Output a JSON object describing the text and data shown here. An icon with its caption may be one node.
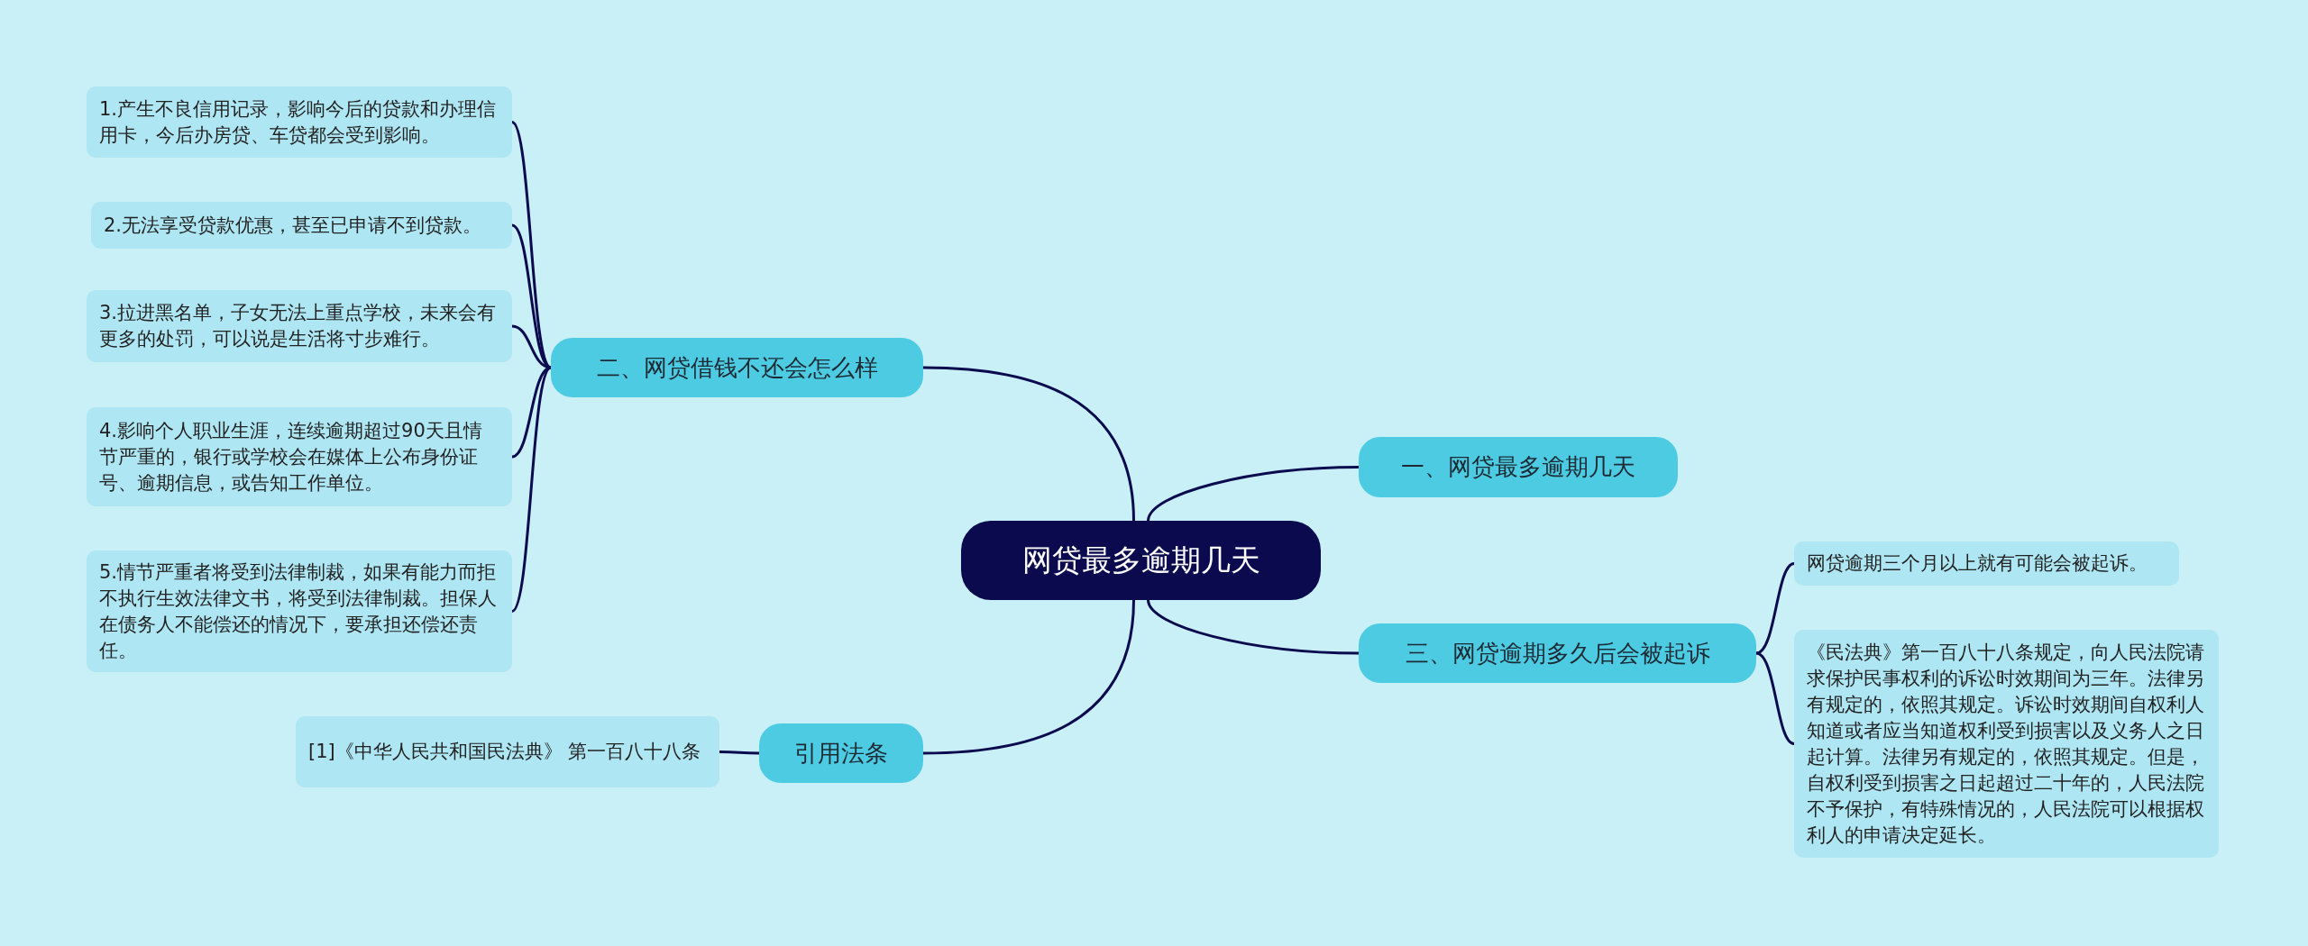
{
  "diagram": {
    "nodes": [
      {
        "text": [
          "网贷最多逾期几天"
        ]
      },
      {
        "text": [
          "二、网贷借钱不还会怎么样"
        ]
      },
      {
        "text": [
          "1.产生不良信用记录，影响今后的贷款和办理信用卡，今后办房贷、车贷都会受到影响。"
        ]
      },
      {
        "text": [
          "2.无法享受贷款优惠，甚至已申请不到贷款。"
        ]
      },
      {
        "text": [
          "3.拉进黑名单，子女无法上重点学校，未来会有更多的处罚，可以说是生活将寸步难行。"
        ]
      },
      {
        "text": [
          "4.影响个人职业生涯，连续逾期超过90天且情节严重的，银行或学校会在媒体上公布身份证号、逾期信息，或告知工作单位。"
        ]
      },
      {
        "text": [
          "5.情节严重者将受到法律制裁，如果有能力而拒不执行生效法律文书，将受到法律制裁。担保人在债务人不能偿还的情况下，要承担还偿还责任。"
        ]
      },
      {
        "text": [
          "引用法条"
        ]
      },
      {
        "text": [
          "[1]《中华人民共和国民法典》 第一百八十八条"
        ]
      },
      {
        "text": [
          "一、网贷最多逾期几天"
        ]
      },
      {
        "text": [
          "三、网贷逾期多久后会被起诉"
        ]
      },
      {
        "text": [
          "网贷逾期三个月以上就有可能会被起诉。"
        ]
      },
      {
        "text": [
          "《民法典》第一百八十八条规定，向人民法院请求保护民事权利的诉讼时效期间为三年。法律另有规定的，依照其规定。诉讼时效期间自权利人知道或者应当知道权利受到损害以及义务人之日起计算。法律另有规定的，依照其规定。但是，自权利受到损害之日起超过二十年的，人民法院不予保护，有特殊情况的，人民法院可以根据权利人的申请决定延长。"
        ]
      }
    ],
    "edges": [
      {
        "from": 0,
        "to": 1,
        "arrow": "none"
      },
      {
        "from": 1,
        "to": 2,
        "arrow": "none"
      },
      {
        "from": 1,
        "to": 3,
        "arrow": "none"
      },
      {
        "from": 1,
        "to": 4,
        "arrow": "none"
      },
      {
        "from": 1,
        "to": 5,
        "arrow": "none"
      },
      {
        "from": 1,
        "to": 6,
        "arrow": "none"
      },
      {
        "from": 0,
        "to": 7,
        "arrow": "none"
      },
      {
        "from": 7,
        "to": 8,
        "arrow": "none"
      },
      {
        "from": 0,
        "to": 9,
        "arrow": "none"
      },
      {
        "from": 0,
        "to": 10,
        "arrow": "none"
      },
      {
        "from": 10,
        "to": 11,
        "arrow": "none"
      },
      {
        "from": 10,
        "to": 12,
        "arrow": "none"
      }
    ]
  }
}
